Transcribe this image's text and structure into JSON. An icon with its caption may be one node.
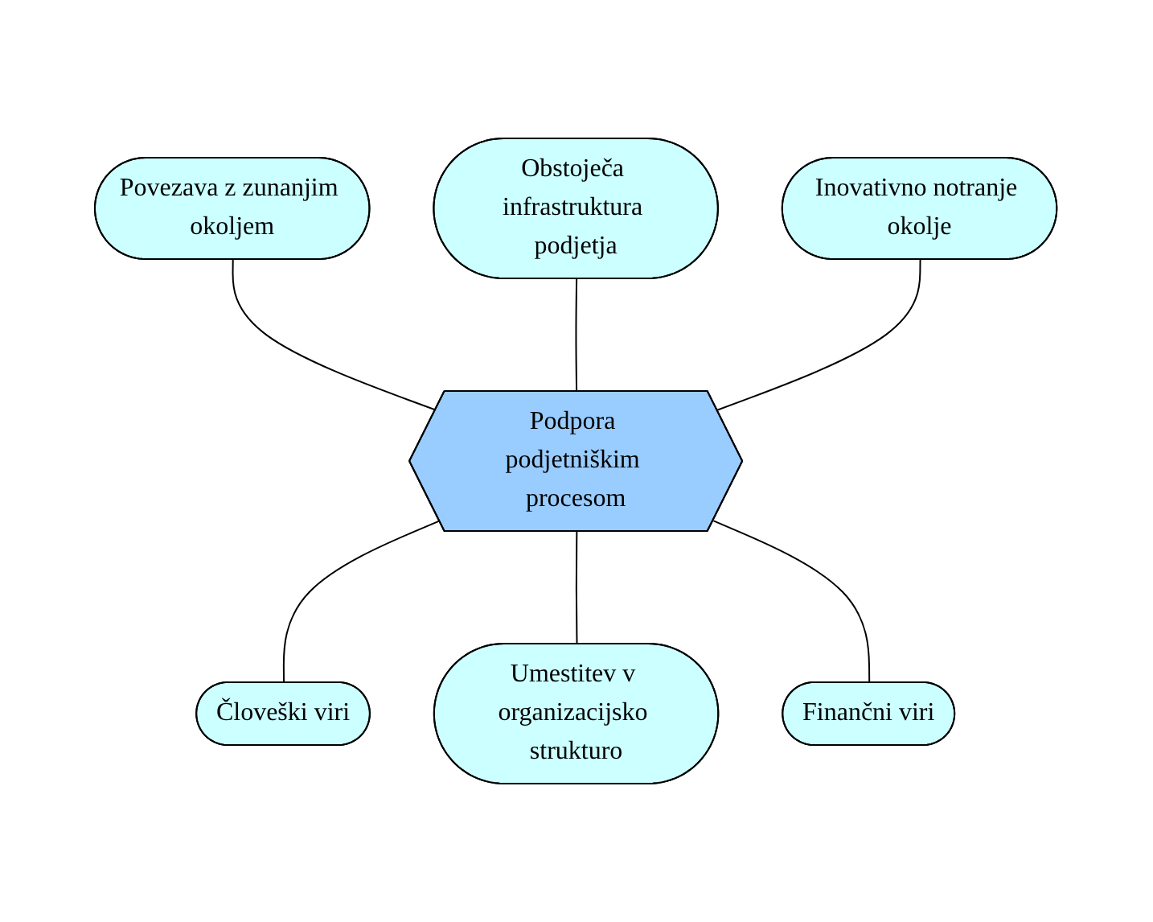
{
  "diagram": {
    "nodes": [
      {
        "text": [
          "Povezava z zunanjim okoljem"
        ]
      },
      {
        "text": [
          "Obstoječa infrastruktura podjetja"
        ]
      },
      {
        "text": [
          "Inovativno notranje okolje"
        ]
      },
      {
        "text": [
          "Podpora podjetniškim procesom"
        ]
      },
      {
        "text": [
          "Človeški viri"
        ]
      },
      {
        "text": [
          "Umestitev v organizacijsko strukturo"
        ]
      },
      {
        "text": [
          "Finančni viri"
        ]
      }
    ],
    "edges": [
      {
        "from": 0,
        "to": 3,
        "arrow": "none"
      },
      {
        "from": 1,
        "to": 3,
        "arrow": "none"
      },
      {
        "from": 2,
        "to": 3,
        "arrow": "none"
      },
      {
        "from": 4,
        "to": 3,
        "arrow": "none"
      },
      {
        "from": 5,
        "to": 3,
        "arrow": "none"
      },
      {
        "from": 6,
        "to": 3,
        "arrow": "none"
      }
    ]
  }
}
